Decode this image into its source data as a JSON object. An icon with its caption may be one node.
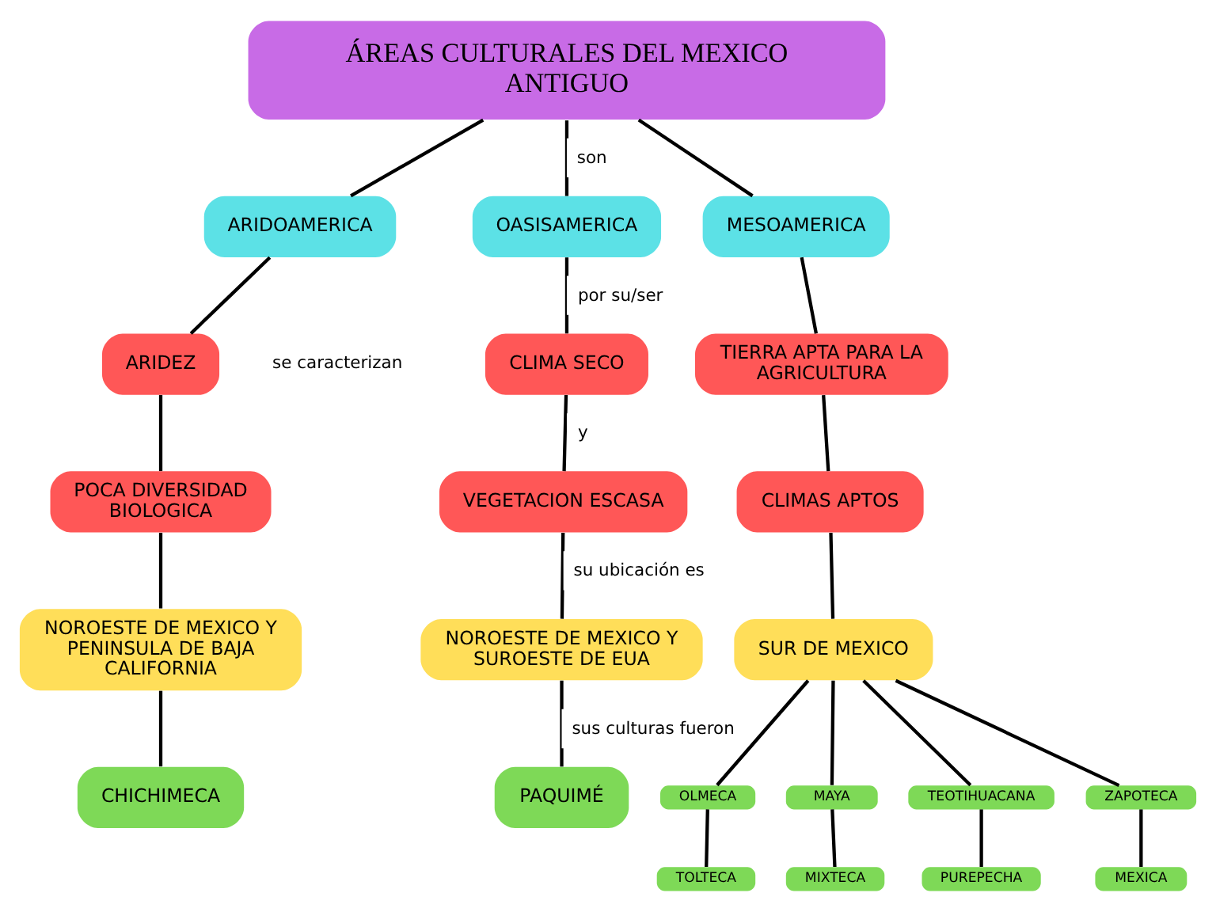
{
  "diagram": {
    "nodes": [
      {
        "text": [
          "ÁREAS CULTURALES DEL MEXICO ANTIGUO"
        ]
      },
      {
        "text": [
          "ARIDOAMERICA"
        ]
      },
      {
        "text": [
          "OASISAMERICA"
        ]
      },
      {
        "text": [
          "MESOAMERICA"
        ]
      },
      {
        "text": [
          "ARIDEZ"
        ]
      },
      {
        "text": [
          "POCA DIVERSIDAD BIOLOGICA"
        ]
      },
      {
        "text": [
          "NOROESTE DE MEXICO Y PENINSULA DE BAJA CALIFORNIA"
        ]
      },
      {
        "text": [
          "CHICHIMECA"
        ]
      },
      {
        "text": [
          "CLIMA SECO"
        ]
      },
      {
        "text": [
          "VEGETACION ESCASA"
        ]
      },
      {
        "text": [
          "NOROESTE DE MEXICO Y SUROESTE DE EUA"
        ]
      },
      {
        "text": [
          "PAQUIMÉ"
        ]
      },
      {
        "text": [
          "TIERRA APTA PARA LA AGRICULTURA"
        ]
      },
      {
        "text": [
          "CLIMAS APTOS"
        ]
      },
      {
        "text": [
          "SUR DE MEXICO"
        ]
      },
      {
        "text": [
          "OLMECA"
        ]
      },
      {
        "text": [
          "MAYA"
        ]
      },
      {
        "text": [
          "TEOTIHUACANA"
        ]
      },
      {
        "text": [
          "ZAPOTECA"
        ]
      },
      {
        "text": [
          "TOLTECA"
        ]
      },
      {
        "text": [
          "MIXTECA"
        ]
      },
      {
        "text": [
          "PUREPECHA"
        ]
      },
      {
        "text": [
          "MEXICA"
        ]
      }
    ],
    "edges": [
      {
        "from": 0,
        "to": 1,
        "arrow": "none"
      },
      {
        "from": 0,
        "to": 2,
        "arrow": "none",
        "label": "son"
      },
      {
        "from": 0,
        "to": 3,
        "arrow": "none"
      },
      {
        "from": 1,
        "to": 4,
        "arrow": "none"
      },
      {
        "from": 4,
        "to": 5,
        "arrow": "none"
      },
      {
        "from": 5,
        "to": 6,
        "arrow": "none"
      },
      {
        "from": 6,
        "to": 7,
        "arrow": "none"
      },
      {
        "from": 2,
        "to": 8,
        "arrow": "none",
        "label": "por su/ser"
      },
      {
        "from": 8,
        "to": 9,
        "arrow": "none",
        "label": "y"
      },
      {
        "from": 9,
        "to": 10,
        "arrow": "none",
        "label": "su ubicación es"
      },
      {
        "from": 10,
        "to": 11,
        "arrow": "none",
        "label": "sus culturas fueron"
      },
      {
        "from": 3,
        "to": 12,
        "arrow": "none"
      },
      {
        "from": 12,
        "to": 13,
        "arrow": "none"
      },
      {
        "from": 13,
        "to": 14,
        "arrow": "none"
      },
      {
        "from": 14,
        "to": 15,
        "arrow": "none"
      },
      {
        "from": 14,
        "to": 16,
        "arrow": "none"
      },
      {
        "from": 14,
        "to": 17,
        "arrow": "none"
      },
      {
        "from": 14,
        "to": 18,
        "arrow": "none"
      },
      {
        "from": 15,
        "to": 19,
        "arrow": "none"
      },
      {
        "from": 16,
        "to": 20,
        "arrow": "none"
      },
      {
        "from": 17,
        "to": 21,
        "arrow": "none"
      },
      {
        "from": 18,
        "to": 22,
        "arrow": "none"
      }
    ],
    "labels": [
      "se caracterizan"
    ]
  }
}
